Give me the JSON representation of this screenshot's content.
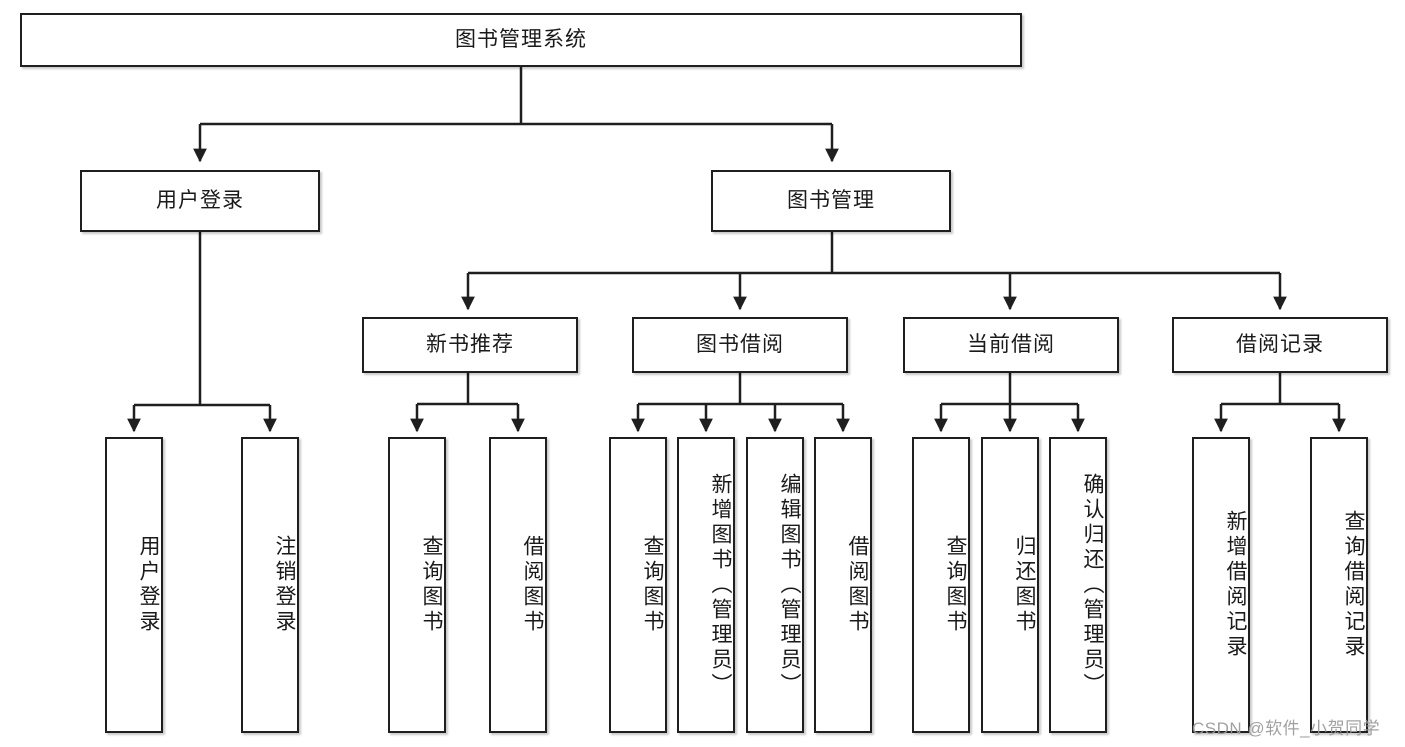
{
  "diagram": {
    "title_node": {
      "label": "图书管理系统"
    },
    "level2": [
      {
        "id": "user-login",
        "label": "用户登录"
      },
      {
        "id": "book-management",
        "label": "图书管理"
      }
    ],
    "level3": [
      {
        "id": "new-book-recommend",
        "label": "新书推荐"
      },
      {
        "id": "book-borrow",
        "label": "图书借阅"
      },
      {
        "id": "current-borrow",
        "label": "当前借阅"
      },
      {
        "id": "borrow-record",
        "label": "借阅记录"
      }
    ],
    "leaves": [
      {
        "id": "leaf-user-login",
        "label": "用户登录"
      },
      {
        "id": "leaf-logout-login",
        "label": "注销登录"
      },
      {
        "id": "leaf-query-book-1",
        "label": "查询图书"
      },
      {
        "id": "leaf-borrow-book-1",
        "label": "借阅图书"
      },
      {
        "id": "leaf-query-book-2",
        "label": "查询图书"
      },
      {
        "id": "leaf-add-book-admin",
        "label": "新增图书（管理员）"
      },
      {
        "id": "leaf-edit-book-admin",
        "label": "编辑图书（管理员）"
      },
      {
        "id": "leaf-borrow-book-2",
        "label": "借阅图书"
      },
      {
        "id": "leaf-query-book-3",
        "label": "查询图书"
      },
      {
        "id": "leaf-return-book",
        "label": "归还图书"
      },
      {
        "id": "leaf-confirm-return-admin",
        "label": "确认归还（管理员）"
      },
      {
        "id": "leaf-add-borrow-record",
        "label": "新增借阅记录"
      },
      {
        "id": "leaf-query-borrow-record",
        "label": "查询借阅记录"
      }
    ],
    "watermark": "CSDN @软件_小贺同学",
    "colors": {
      "stroke": "#1f1f1f",
      "fill": "#ffffff",
      "text": "#1a1a1a",
      "watermark": "#9a9a9a"
    }
  }
}
